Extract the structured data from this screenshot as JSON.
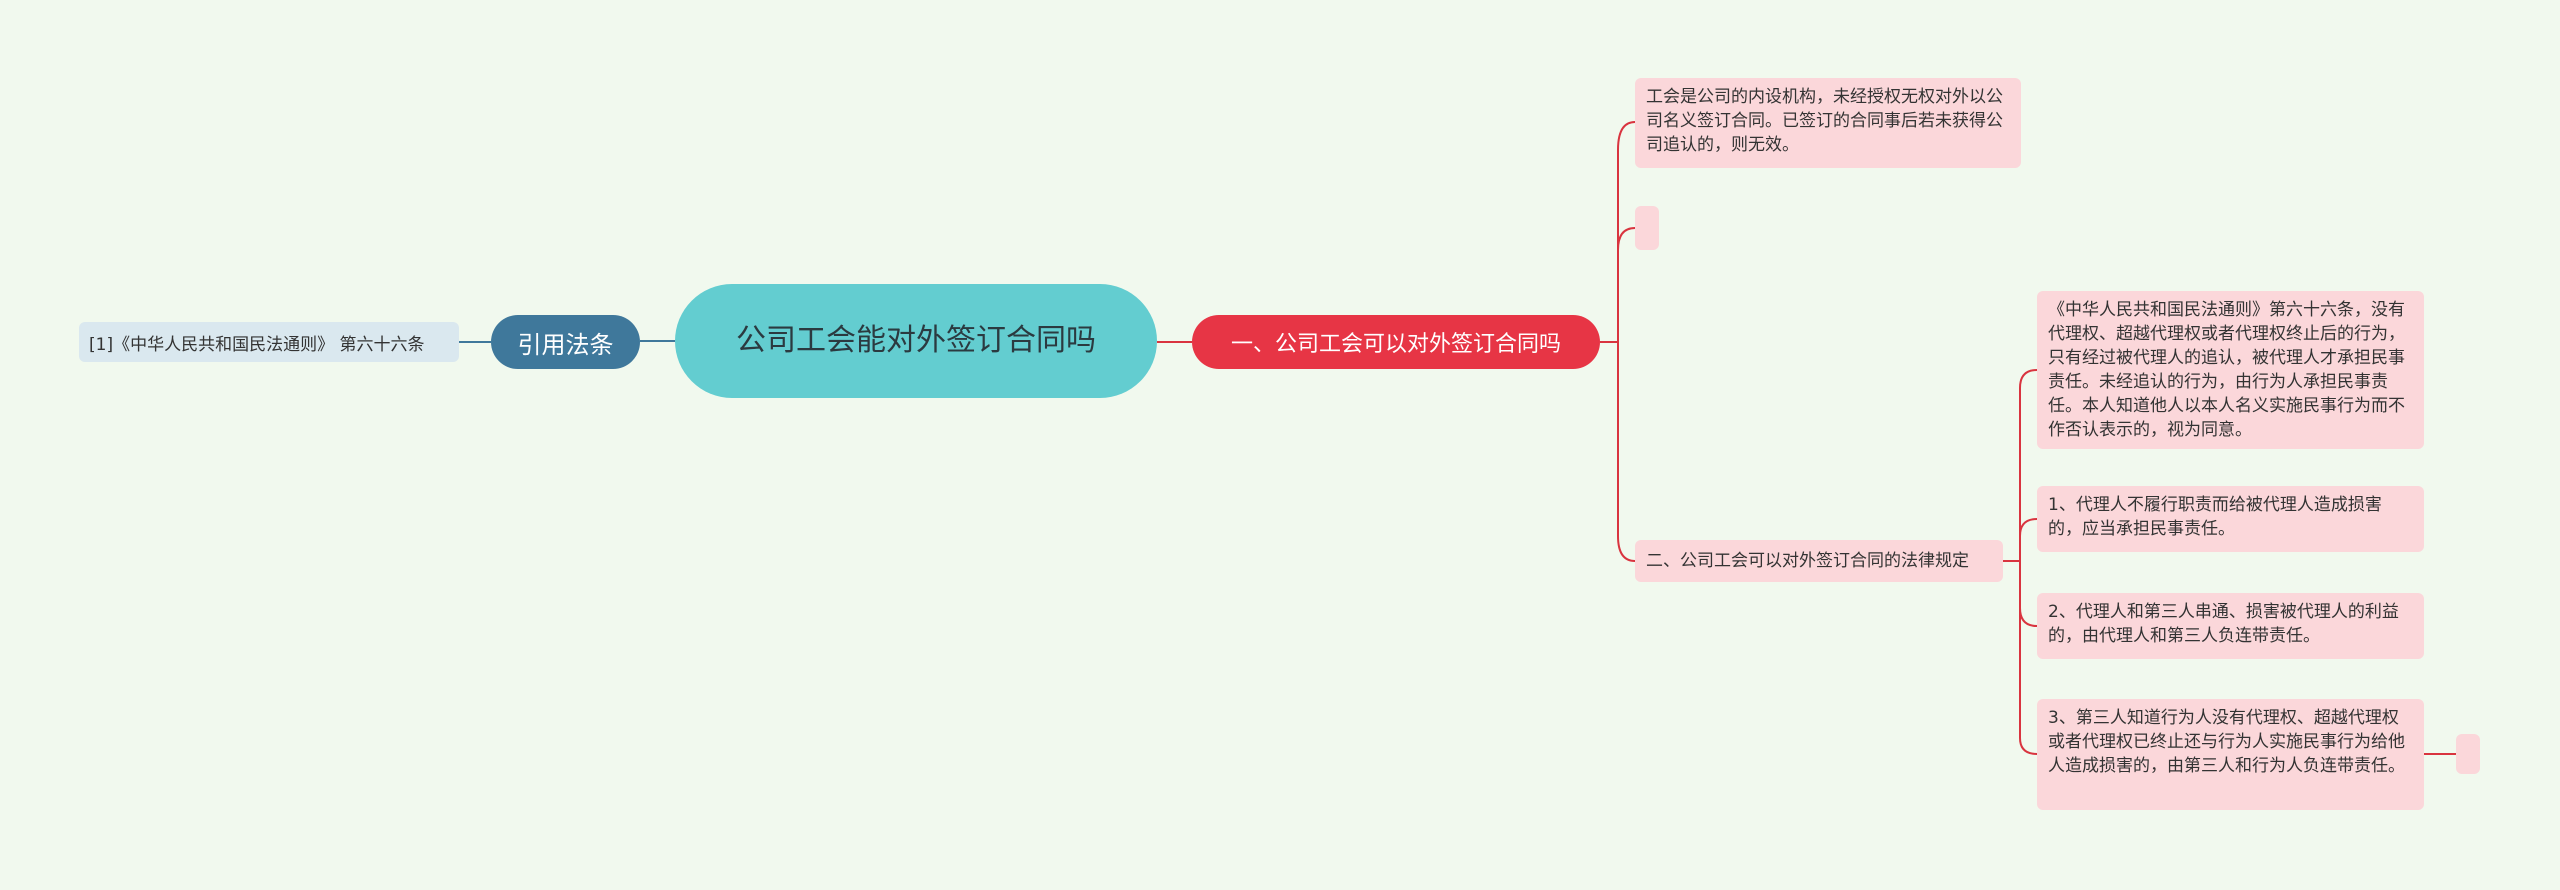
{
  "diagram": {
    "root": {
      "label": "公司工会能对外签订合同吗"
    },
    "left_branch": {
      "label": "引用法条",
      "leaf": "[1]《中华人民共和国民法通则》 第六十六条"
    },
    "right_branch": {
      "label": "一、公司工会可以对外签订合同吗",
      "children": [
        {
          "text": "工会是公司的内设机构，未经授权无权对外以公司名义签订合同。已签订的合同事后若未获得公司追认的，则无效。"
        },
        {
          "text": ""
        },
        {
          "text": "二、公司工会可以对外签订合同的法律规定",
          "children": [
            {
              "text": "《中华人民共和国民法通则》第六十六条，没有代理权、超越代理权或者代理权终止后的行为，只有经过被代理人的追认，被代理人才承担民事责任。未经追认的行为，由行为人承担民事责任。本人知道他人以本人名义实施民事行为而不作否认表示的，视为同意。"
            },
            {
              "text": "1、代理人不履行职责而给被代理人造成损害的，应当承担民事责任。"
            },
            {
              "text": "2、代理人和第三人串通、损害被代理人的利益的，由代理人和第三人负连带责任。"
            },
            {
              "text": "3、第三人知道行为人没有代理权、超越代理权或者代理权已终止还与行为人实施民事行为给他人造成损害的，由第三人和行为人负连带责任。"
            }
          ]
        }
      ]
    },
    "extra_leaf": {
      "text": ""
    }
  },
  "colors": {
    "background": "#f1f9ee",
    "root": "#63cdd0",
    "ref_branch": "#3f789b",
    "ref_leaf": "#dae8ef",
    "main_branch": "#e73545",
    "pink_leaf": "#fbd7da",
    "red_line": "#d9343f",
    "blue_line": "#3f789b"
  }
}
